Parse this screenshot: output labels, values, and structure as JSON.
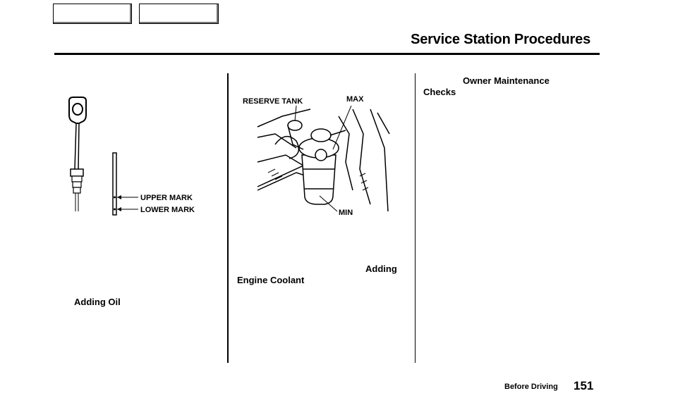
{
  "header": {
    "title": "Service Station Procedures"
  },
  "dipstick_figure": {
    "upper_mark": "UPPER MARK",
    "lower_mark": "LOWER MARK"
  },
  "coolant_figure": {
    "reserve_tank": "RESERVE TANK",
    "max": "MAX",
    "min": "MIN"
  },
  "columns": {
    "left_heading": "Adding Oil",
    "middle_heading_a": "Adding",
    "middle_heading_b": "Engine Coolant",
    "right_heading_a": "Owner Maintenance",
    "right_heading_b": "Checks"
  },
  "footer": {
    "section": "Before Driving",
    "page": "151"
  }
}
